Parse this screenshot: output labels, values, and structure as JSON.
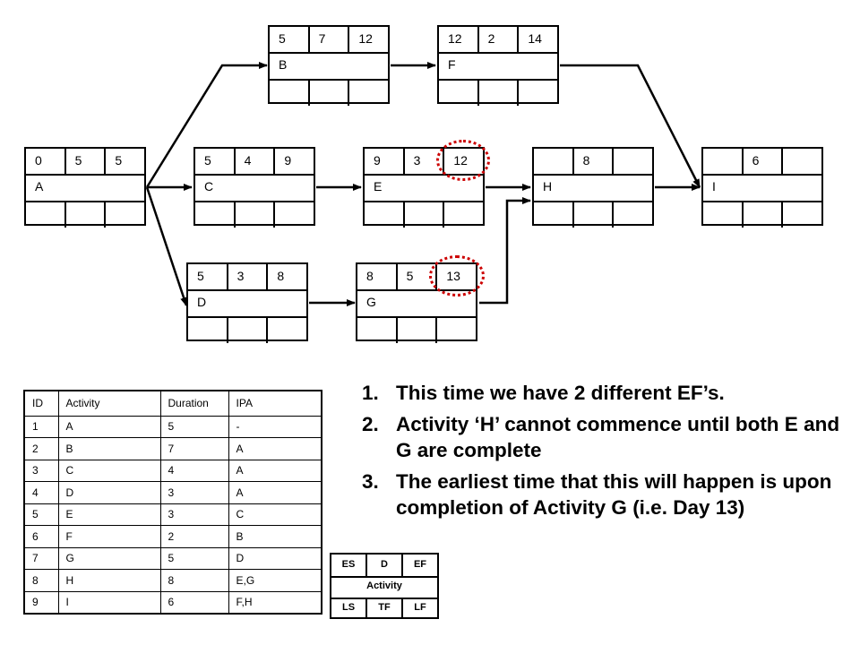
{
  "nodes": [
    {
      "id": "A",
      "es": "0",
      "d": "5",
      "ef": "5"
    },
    {
      "id": "B",
      "es": "5",
      "d": "7",
      "ef": "12"
    },
    {
      "id": "C",
      "es": "5",
      "d": "4",
      "ef": "9"
    },
    {
      "id": "D",
      "es": "5",
      "d": "3",
      "ef": "8"
    },
    {
      "id": "E",
      "es": "9",
      "d": "3",
      "ef": "12"
    },
    {
      "id": "F",
      "es": "12",
      "d": "2",
      "ef": "14"
    },
    {
      "id": "G",
      "es": "8",
      "d": "5",
      "ef": "13"
    },
    {
      "id": "H",
      "es": "",
      "d": "8",
      "ef": ""
    },
    {
      "id": "I",
      "es": "",
      "d": "6",
      "ef": ""
    }
  ],
  "edges": [
    [
      "A",
      "B"
    ],
    [
      "A",
      "C"
    ],
    [
      "A",
      "D"
    ],
    [
      "B",
      "F"
    ],
    [
      "C",
      "E"
    ],
    [
      "D",
      "G"
    ],
    [
      "E",
      "H"
    ],
    [
      "G",
      "H"
    ],
    [
      "F",
      "I"
    ],
    [
      "H",
      "I"
    ]
  ],
  "highlight_color": "#cc0000",
  "table": {
    "headers": [
      "ID",
      "Activity",
      "Duration",
      "IPA"
    ],
    "rows": [
      [
        "1",
        "A",
        "5",
        "-"
      ],
      [
        "2",
        "B",
        "7",
        "A"
      ],
      [
        "3",
        "C",
        "4",
        "A"
      ],
      [
        "4",
        "D",
        "3",
        "A"
      ],
      [
        "5",
        "E",
        "3",
        "C"
      ],
      [
        "6",
        "F",
        "2",
        "B"
      ],
      [
        "7",
        "G",
        "5",
        "D"
      ],
      [
        "8",
        "H",
        "8",
        "E,G"
      ],
      [
        "9",
        "I",
        "6",
        "F,H"
      ]
    ]
  },
  "notes": [
    {
      "num": "1.",
      "text": "This time we have 2 different EF’s."
    },
    {
      "num": "2.",
      "text": "Activity ‘H’ cannot commence until both E and G are complete"
    },
    {
      "num": "3.",
      "text": "The earliest time that this will happen is upon completion of Activity G (i.e. Day 13)"
    }
  ],
  "legend": {
    "top": [
      "ES",
      "D",
      "EF"
    ],
    "middle": "Activity",
    "bottom": [
      "LS",
      "TF",
      "LF"
    ]
  }
}
